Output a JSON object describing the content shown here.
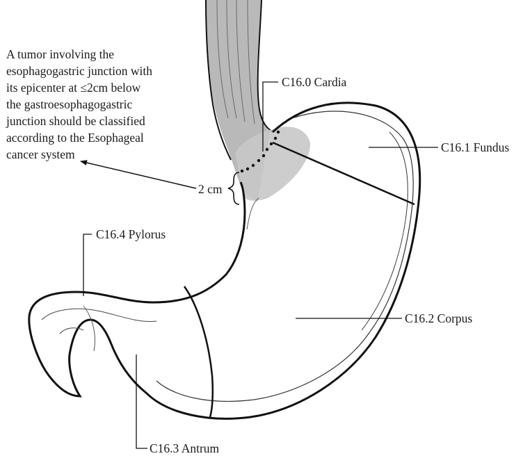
{
  "note": {
    "lines": [
      "A tumor involving the",
      "esophagogastric junction with",
      "its epicenter at ≤2cm below",
      "the gastroesophagogastric",
      "junction should be classified",
      "according to the Esophageal",
      "cancer system"
    ]
  },
  "labels": {
    "cardia": "C16.0 Cardia",
    "fundus": "C16.1 Fundus",
    "corpus": "C16.2 Corpus",
    "antrum": "C16.3 Antrum",
    "pylorus": "C16.4 Pylorus",
    "distance": "2 cm"
  }
}
